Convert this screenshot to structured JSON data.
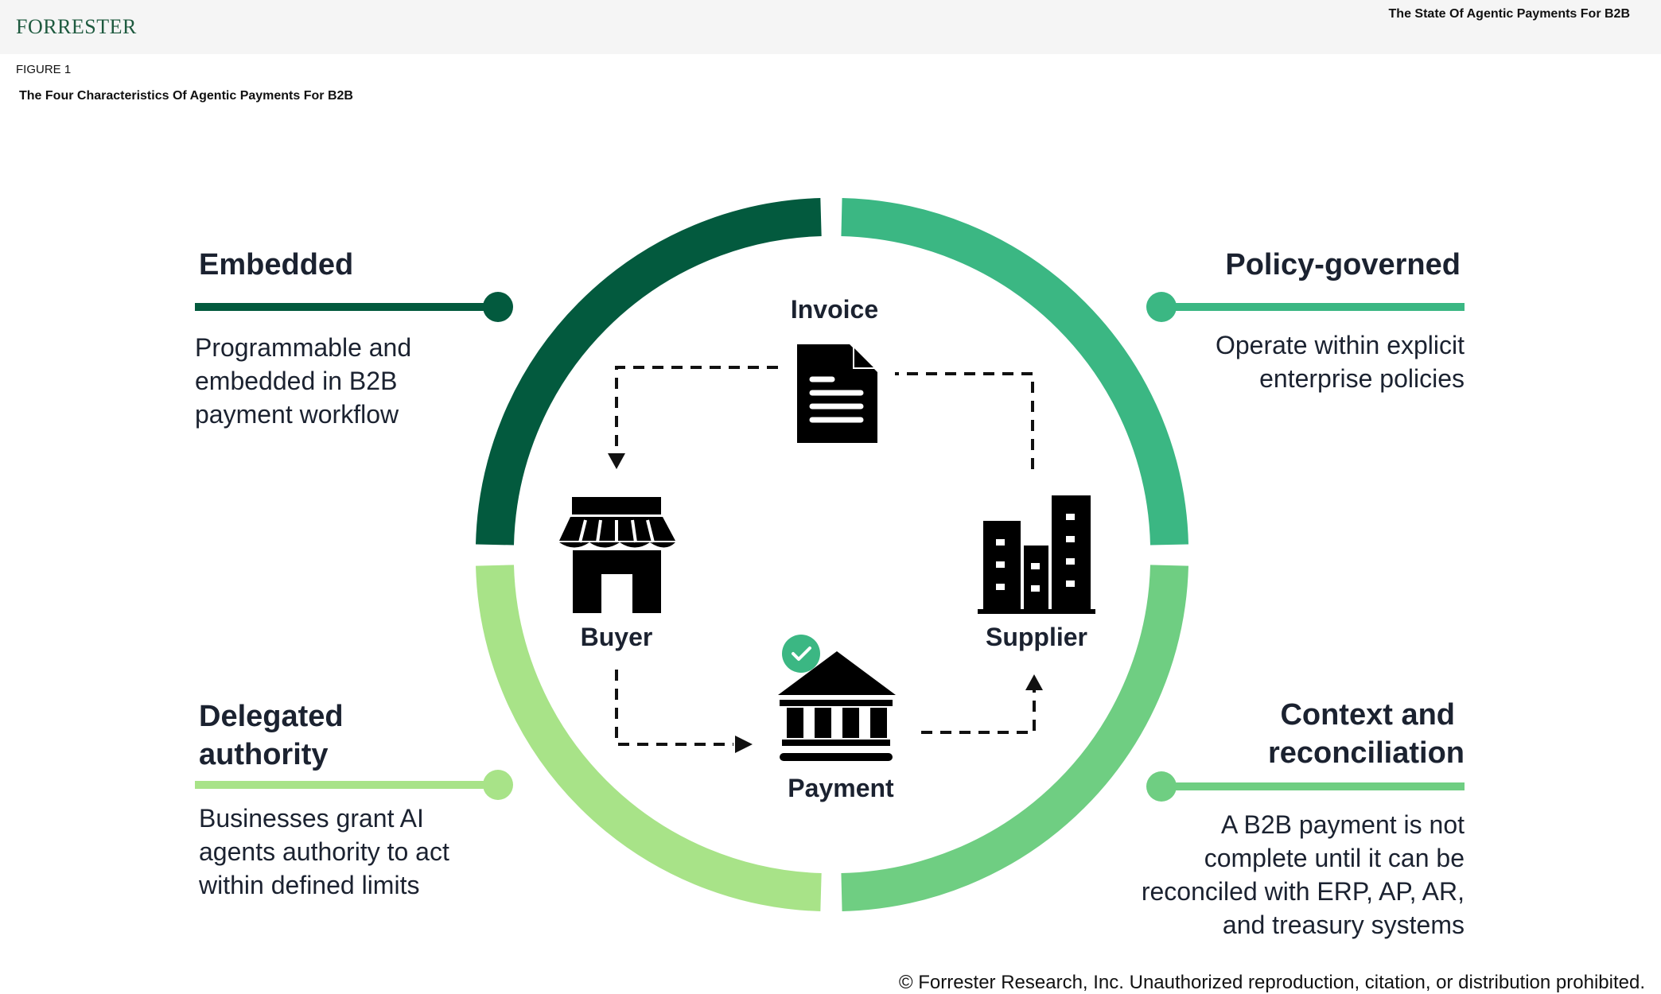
{
  "header": {
    "logo": "FORRESTER",
    "report_title": "The State Of Agentic Payments For B2B"
  },
  "figure": {
    "label": "FIGURE 1",
    "title": "The Four Characteristics Of Agentic Payments For B2B"
  },
  "colors": {
    "embedded": "#035a3e",
    "policy": "#3bb783",
    "context": "#6fce82",
    "delegated": "#a8e388",
    "text": "#1b2230"
  },
  "characteristics": {
    "embedded": {
      "heading": "Embedded",
      "desc_lines": [
        "Programmable and",
        "embedded in B2B",
        "payment workflow"
      ]
    },
    "policy": {
      "heading": "Policy-governed",
      "desc_lines": [
        "Operate within explicit",
        "enterprise policies"
      ]
    },
    "delegated": {
      "heading_lines": [
        "Delegated",
        "authority"
      ],
      "desc_lines": [
        "Businesses grant AI",
        "agents authority to act",
        "within defined limits"
      ]
    },
    "context": {
      "heading_lines": [
        "Context and",
        "reconciliation"
      ],
      "desc_lines": [
        "A B2B payment is not",
        "complete until it can be",
        "reconciled with ERP, AP, AR,",
        "and treasury systems"
      ]
    }
  },
  "nodes": {
    "invoice": {
      "label": "Invoice",
      "icon": "document-icon"
    },
    "buyer": {
      "label": "Buyer",
      "icon": "storefront-icon"
    },
    "supplier": {
      "label": "Supplier",
      "icon": "buildings-icon"
    },
    "payment": {
      "label": "Payment",
      "icon": "bank-icon",
      "badge": "checkmark-icon"
    }
  },
  "footer": {
    "copyright": "© Forrester Research, Inc. Unauthorized reproduction, citation, or distribution prohibited."
  }
}
